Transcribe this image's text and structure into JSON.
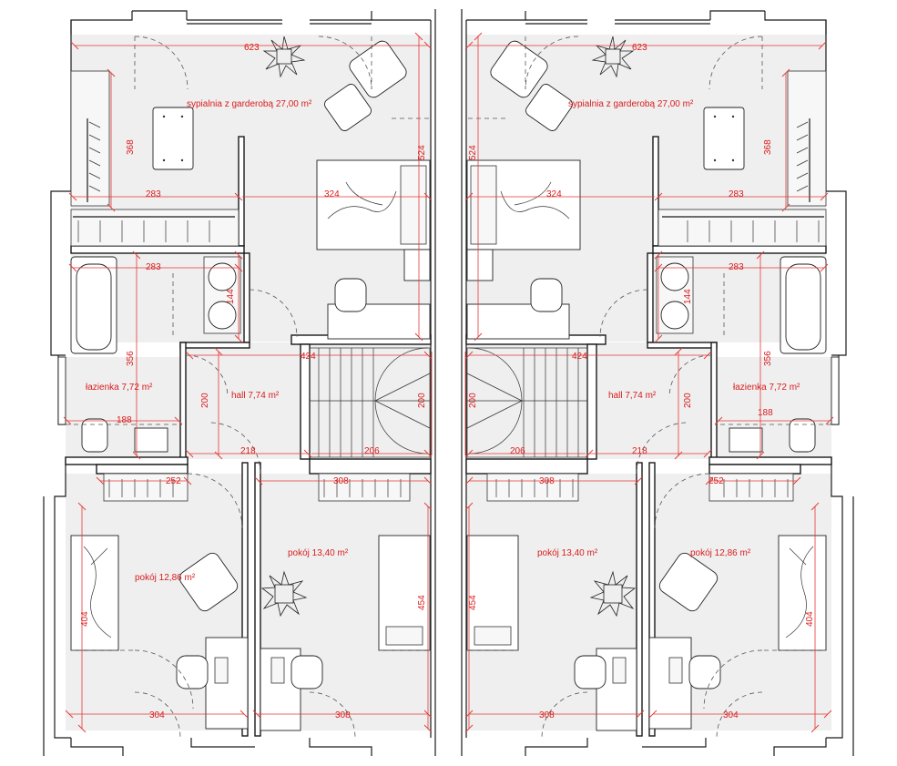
{
  "plan": {
    "rooms": {
      "bedroom": "sypialnia z garderobą  27,00 m²",
      "bathroom": "łazienka  7,72 m²",
      "hall": "hall 7,74 m²",
      "room_small": "pokój 12,86 m²",
      "room_large": "pokój 13,40 m²"
    },
    "dimensions": {
      "bedroom_width": "623",
      "bedroom_depth": "524",
      "wardrobe_depth": "368",
      "wardrobe_width": "283",
      "bed_zone": "324",
      "bath_width": "283",
      "laundry_depth": "144",
      "bath_depth": "356",
      "stair_width": "424",
      "hall_depth": "200",
      "stair_depth": "200",
      "bath_lower": "188",
      "hall_width": "218",
      "stair_landing": "206",
      "room_small_wardrobe": "252",
      "room_large_wardrobe": "308",
      "room_small_depth": "404",
      "room_large_depth": "454",
      "room_small_width": "304",
      "room_large_width": "308"
    }
  }
}
